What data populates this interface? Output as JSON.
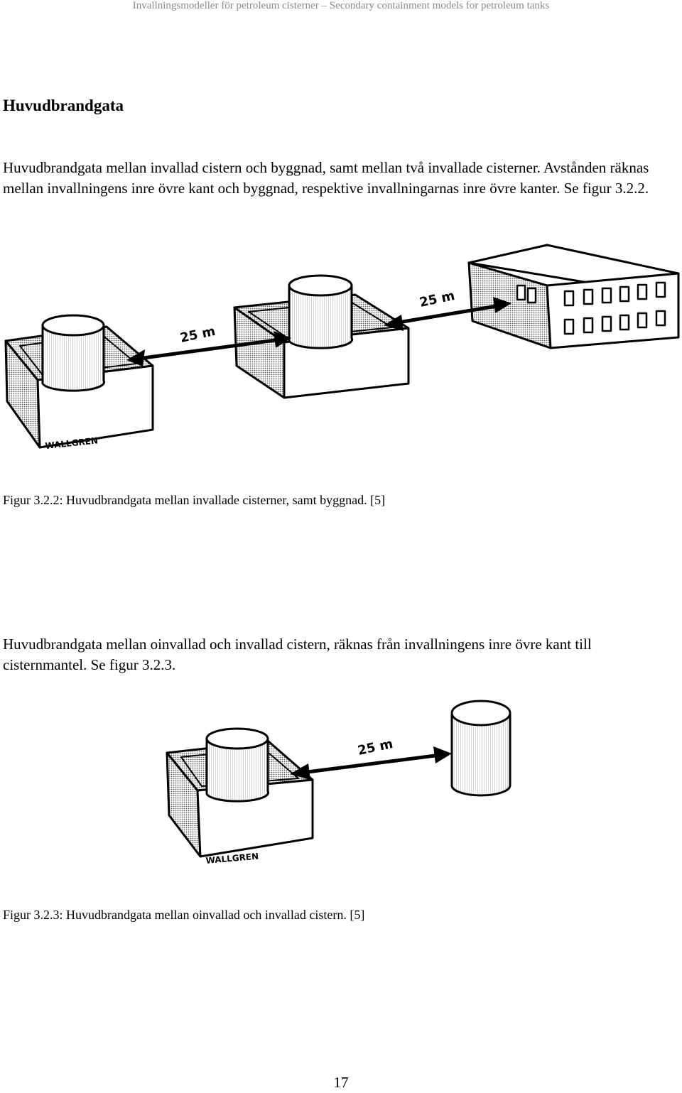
{
  "header": {
    "text": "Invallningsmodeller för petroleum cisterner – Secondary containment models for petroleum tanks"
  },
  "section": {
    "heading": "Huvudbrandgata",
    "para1": "Huvudbrandgata mellan invallad cistern och byggnad, samt mellan två invallade cisterner. Avstånden räknas mellan invallningens inre övre kant och byggnad, respektive invallningarnas inre övre kanter. Se figur 3.2.2.",
    "para2": "Huvudbrandgata mellan oinvallad och invallad cistern, räknas från invallningens inre övre kant till cisternmantel. Se figur 3.2.3."
  },
  "figure1": {
    "caption": "Figur 3.2.2: Huvudbrandgata mellan invallade cisterner, samt byggnad. [5]",
    "label_left": "25 m",
    "label_right": "25 m",
    "signature": "WALLGREN"
  },
  "figure2": {
    "caption": "Figur 3.2.3: Huvudbrandgata mellan oinvallad och invallad cistern. [5]",
    "label": "25 m",
    "signature": "WALLGREN"
  },
  "footer": {
    "page_number": "17"
  }
}
